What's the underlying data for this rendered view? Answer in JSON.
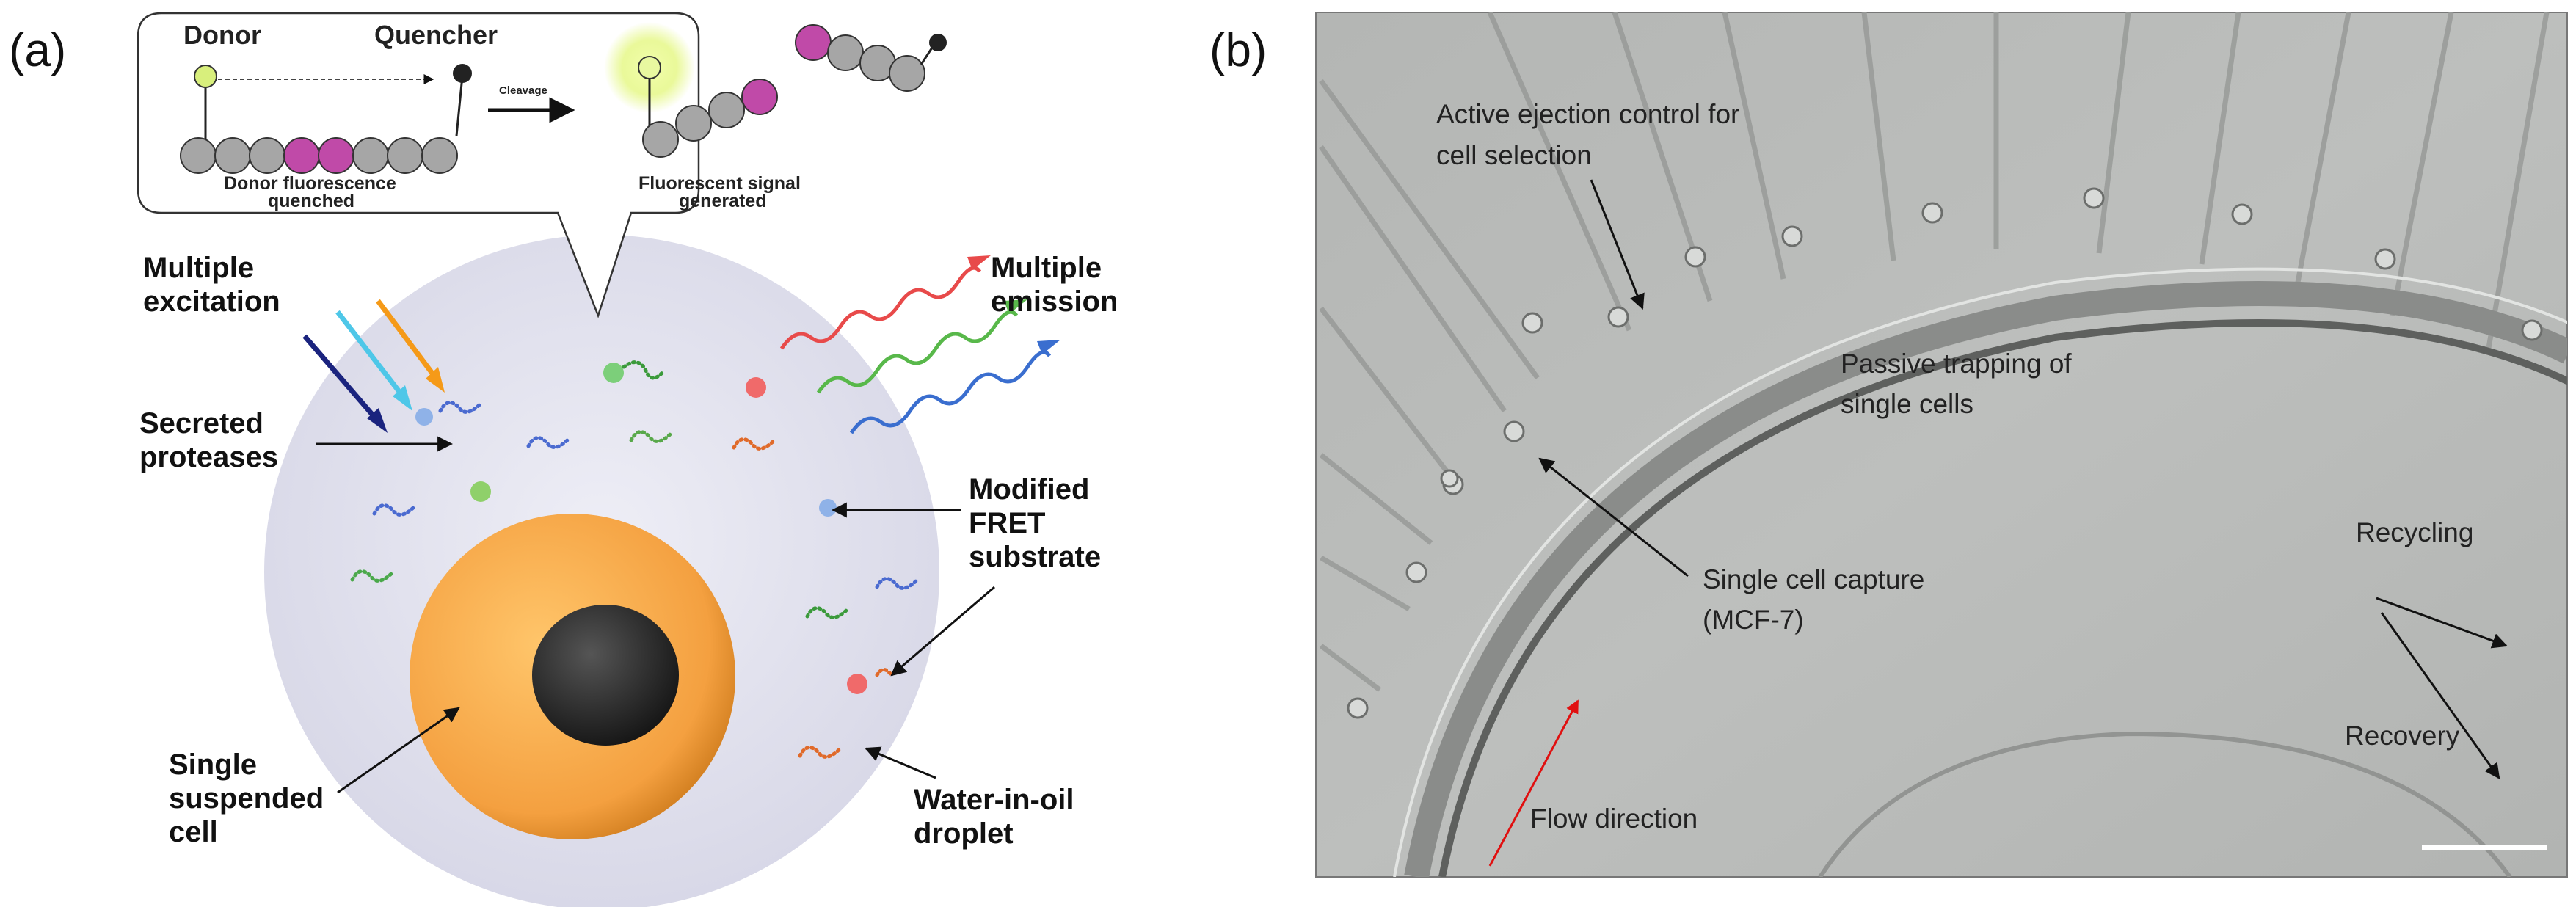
{
  "panel_a": {
    "label": "(a)",
    "inset": {
      "donor": "Donor",
      "quencher": "Quencher",
      "cleavage": "Cleavage",
      "quenched_line1": "Donor fluorescence",
      "quenched_line2": "quenched",
      "signal_line1": "Fluorescent signal",
      "signal_line2": "generated"
    },
    "labels": {
      "excitation_1": "Multiple",
      "excitation_2": "excitation",
      "emission_1": "Multiple",
      "emission_2": "emission",
      "proteases_1": "Secreted",
      "proteases_2": "proteases",
      "fret_1": "Modified",
      "fret_2": "FRET",
      "fret_3": "substrate",
      "cell_1": "Single",
      "cell_2": "suspended",
      "cell_3": "cell",
      "droplet_1": "Water-in-oil",
      "droplet_2": "droplet"
    },
    "colors": {
      "droplet": "#dcdcec",
      "cell": "#f4a53c",
      "nucleus": "#2a2a2a",
      "bead": "#a0a0a0",
      "bead_pink": "#c04aa8",
      "donor": "#d8ef7c",
      "quencher": "#222222"
    }
  },
  "panel_b": {
    "label": "(b)",
    "annotations": {
      "ejection_1": "Active ejection control for",
      "ejection_2": "cell selection",
      "trapping_1": "Passive trapping of",
      "trapping_2": "single cells",
      "capture_1": "Single cell capture",
      "capture_2": "(MCF-7)",
      "recycling": "Recycling",
      "recovery": "Recovery",
      "flow": "Flow direction"
    },
    "colors": {
      "background": "#b9bbb9",
      "flow_arrow": "#e01010"
    }
  }
}
